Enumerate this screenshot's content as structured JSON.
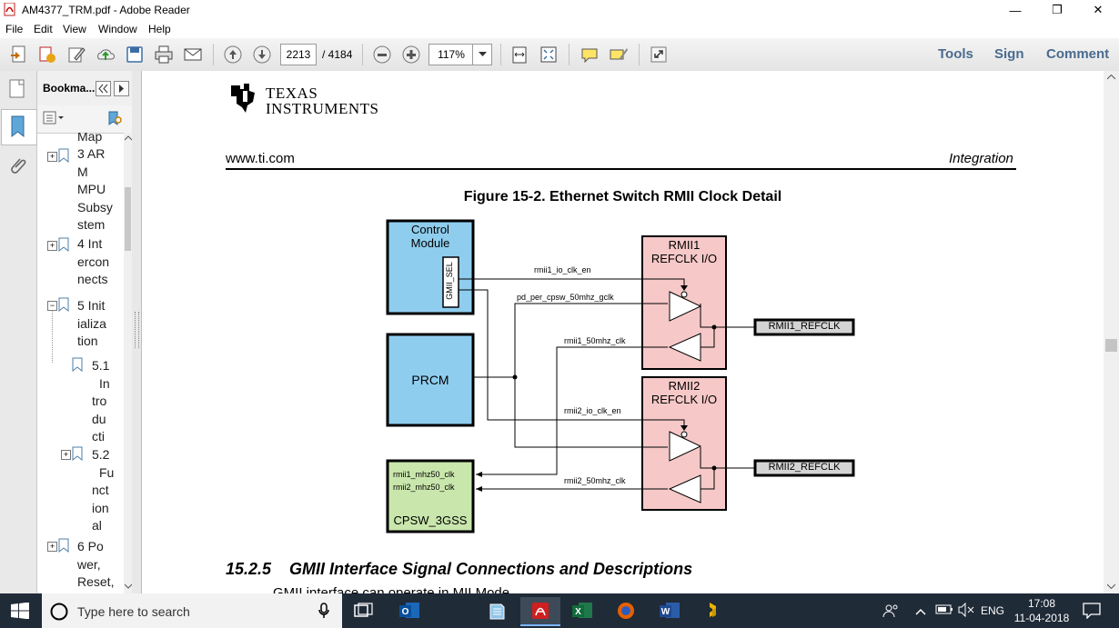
{
  "window": {
    "title": "AM4377_TRM.pdf - Adobe Reader",
    "minimize": "—",
    "restore": "❐",
    "close": "✕"
  },
  "menu": [
    "File",
    "Edit",
    "View",
    "Window",
    "Help"
  ],
  "toolbar": {
    "page_current": "2213",
    "page_total": "/ 4184",
    "zoom": "117%",
    "tools_label": "Tools",
    "sign_label": "Sign",
    "comment_label": "Comment"
  },
  "bookmarks": {
    "header": "Bookma...",
    "items": [
      {
        "text": "Map",
        "lines": []
      },
      {
        "lines": [
          "3 AR",
          "M",
          "MPU",
          "Subsy",
          "stem"
        ],
        "expander": "+"
      },
      {
        "lines": [
          "4 Int",
          "ercon",
          "nects"
        ],
        "expander": "+"
      },
      {
        "lines": [
          "5 Init",
          "ializa",
          "tion"
        ],
        "expander": "−"
      },
      {
        "lines": [
          "5.1",
          "In",
          "tro",
          "du",
          "cti"
        ]
      },
      {
        "lines": [
          "5.2",
          "Fu",
          "nct",
          "ion",
          "al"
        ],
        "expander": "+"
      },
      {
        "lines": [
          "6 Po",
          "wer,",
          "Reset,"
        ],
        "expander": "+"
      }
    ]
  },
  "document": {
    "logo_line1": "TEXAS",
    "logo_line2": "INSTRUMENTS",
    "header_left": "www.ti.com",
    "header_right": "Integration",
    "figure_title": "Figure 15-2. Ethernet Switch RMII Clock Detail",
    "blocks": {
      "control_module_1": "Control",
      "control_module_2": "Module",
      "gmii_sel": "GMII_SEL",
      "prcm": "PRCM",
      "rmii1_io_1": "RMII1",
      "rmii1_io_2": "REFCLK I/O",
      "rmii2_io_1": "RMII2",
      "rmii2_io_2": "REFCLK I/O",
      "cpsw_in1": "rmii1_mhz50_clk",
      "cpsw_in2": "rmii2_mhz50_clk",
      "cpsw": "CPSW_3GSS",
      "pin1": "RMII1_REFCLK",
      "pin2": "RMII2_REFCLK"
    },
    "signals": {
      "s1": "rmii1_io_clk_en",
      "s2": "pd_per_cpsw_50mhz_gclk",
      "s3": "rmii1_50mhz_clk",
      "s4": "rmii2_io_clk_en",
      "s5": "rmii2_50mhz_clk"
    },
    "section_number": "15.2.5",
    "section_title": "GMII Interface Signal Connections and Descriptions",
    "body_cut": "GMII interface can operate in MII Mode"
  },
  "taskbar": {
    "search_placeholder": "Type here to search",
    "lang": "ENG",
    "time": "17:08",
    "date": "11-04-2018"
  },
  "colors": {
    "control_fill": "#8fcdee",
    "rmii_fill": "#f6c8c8",
    "cpsw_fill": "#c9e6ac",
    "pin_fill": "#d4d4d4",
    "taskbar": "#202b38"
  }
}
